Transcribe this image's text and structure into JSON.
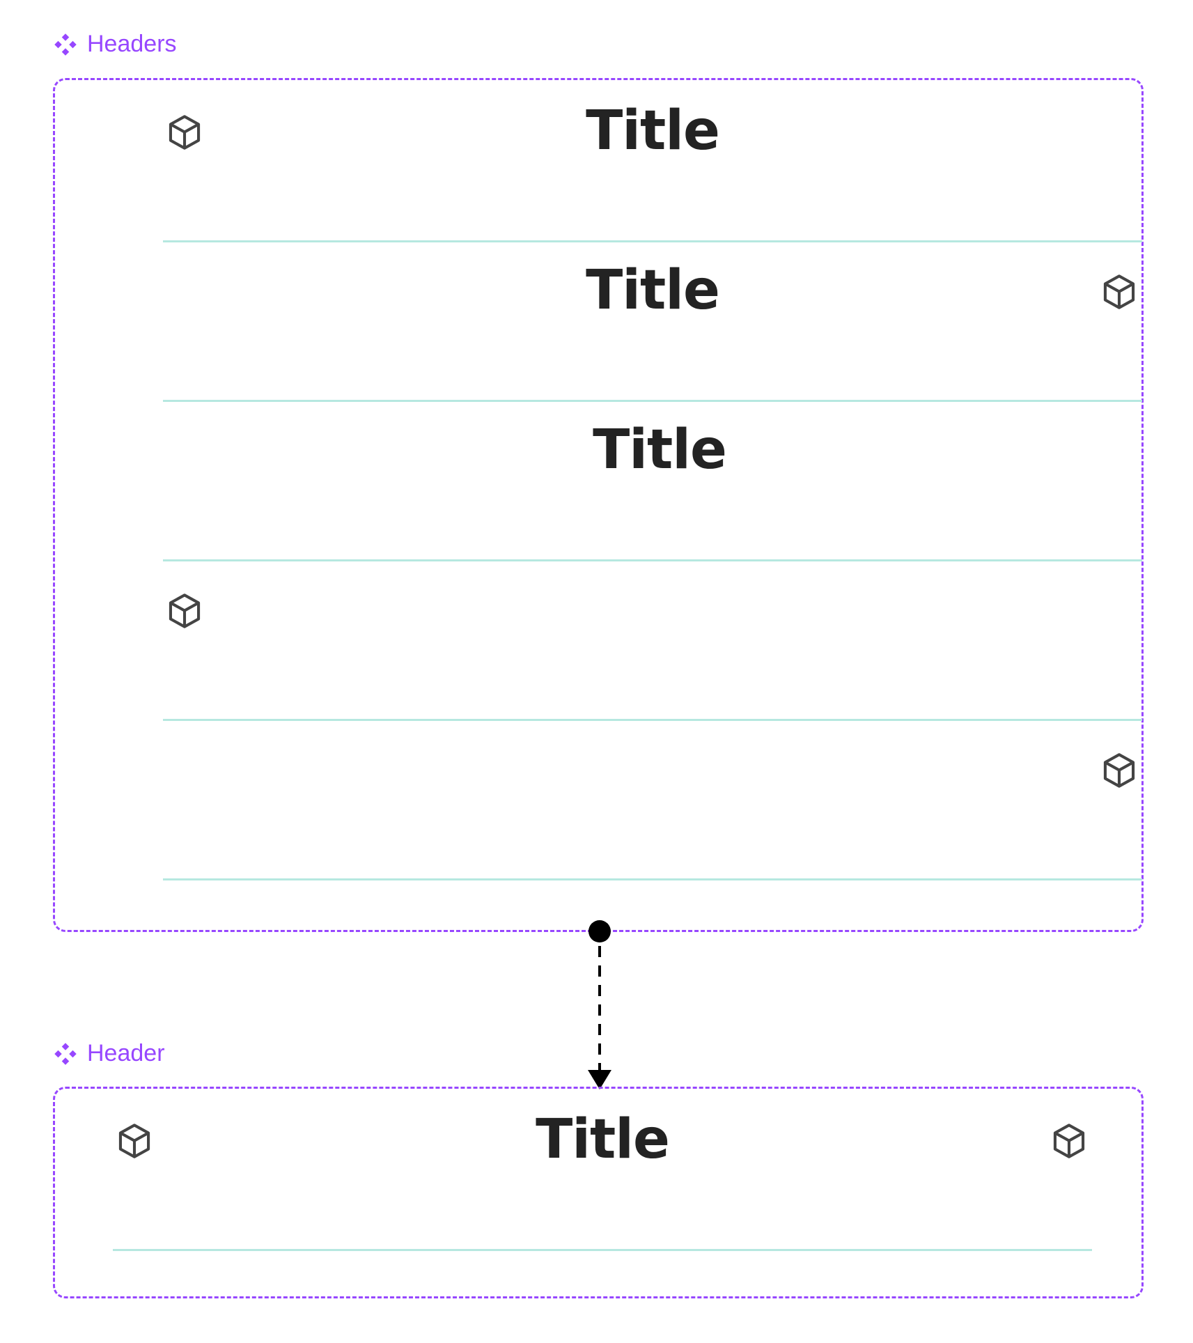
{
  "headers_label": "Headers",
  "header_label": "Header",
  "colors": {
    "component": "#9747ff",
    "divider": "#b6e8e0",
    "text": "#232323",
    "icon": "#444444",
    "connector": "#000000"
  },
  "icons": {
    "component": "component-icon",
    "placeholder": "cube-icon"
  },
  "headers_rows": [
    {
      "title": "Title",
      "left_icon": true,
      "right_icon": false
    },
    {
      "title": "Title",
      "left_icon": false,
      "right_icon": true
    },
    {
      "title": "Title",
      "left_icon": false,
      "right_icon": false
    },
    {
      "title": "",
      "left_icon": true,
      "right_icon": false
    },
    {
      "title": "",
      "left_icon": false,
      "right_icon": true
    }
  ],
  "header_row": {
    "title": "Title",
    "left_icon": true,
    "right_icon": true
  }
}
